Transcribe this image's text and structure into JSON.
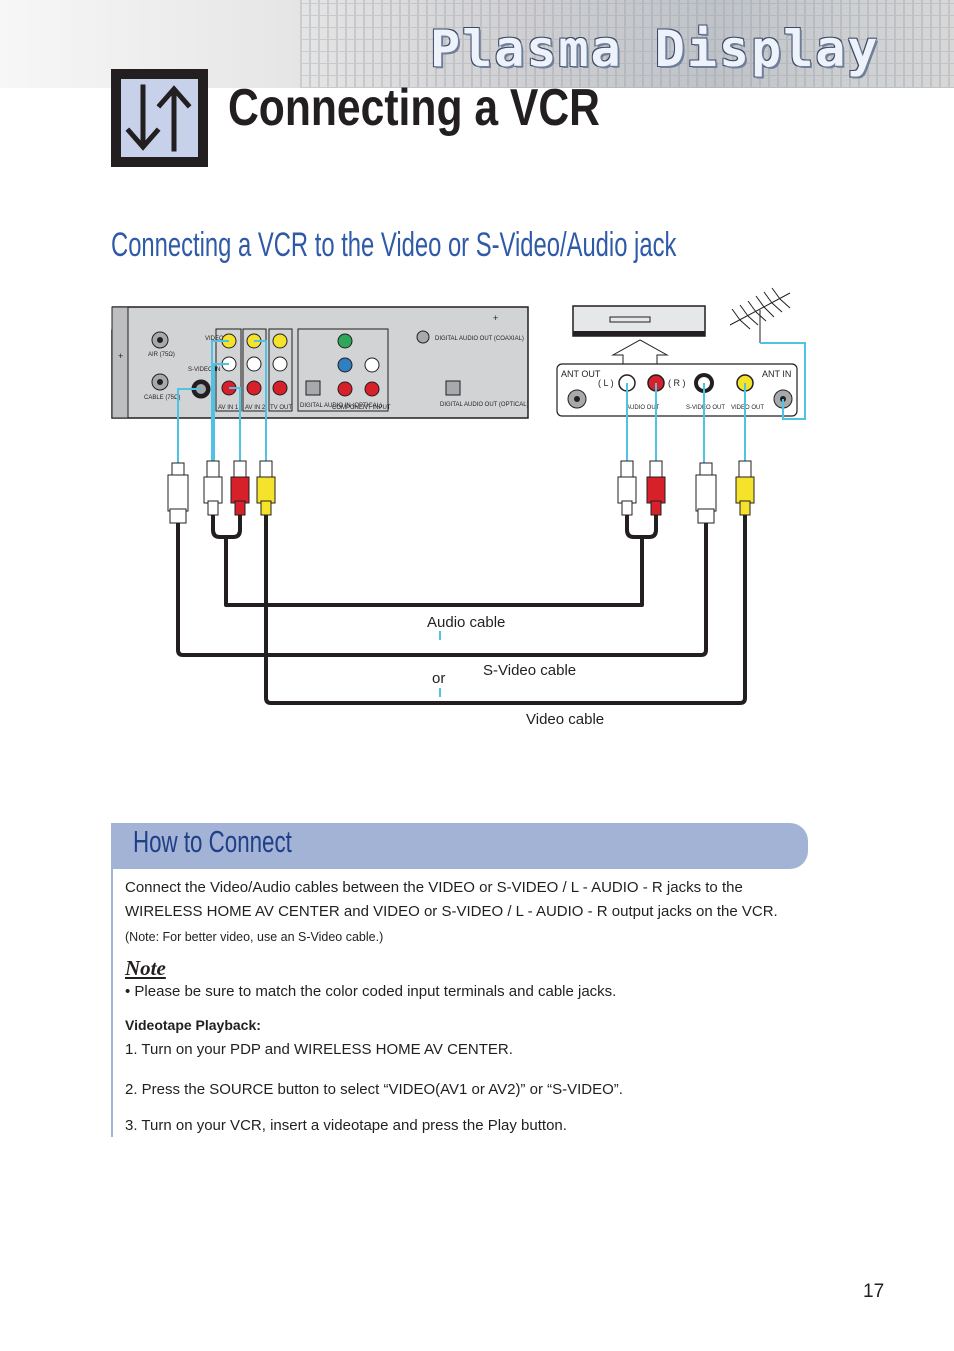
{
  "header": {
    "banner_title": "Plasma Display",
    "page_title": "Connecting a VCR",
    "icon": "up-down-arrows-icon"
  },
  "section": {
    "subtitle": "Connecting a VCR to the Video or S-Video/Audio jack"
  },
  "diagram": {
    "cable_labels": {
      "audio": "Audio cable",
      "svideo": "S-Video cable",
      "video": "Video cable",
      "or": "or"
    },
    "vcr_panel": {
      "ant_out": "ANT OUT",
      "ant_in": "ANT IN",
      "left": "( L )",
      "right": "( R )",
      "audio_out": "AUDIO OUT",
      "svideo_out": "S-VIDEO OUT",
      "video_out": "VIDEO OUT"
    },
    "av_center_panel": {
      "air": "AIR (75Ω)",
      "cable": "CABLE (75Ω)",
      "video": "VIDEO",
      "svideo_in": "S-VIDEO IN",
      "av1": "AV IN 1",
      "av2": "AV IN 2",
      "tv_out": "TV OUT",
      "digital_audio_optical": "DIGITAL AUDIO IN (OPTICAL)",
      "component": "COMPONENT INPUT",
      "digital_audio_out_coaxial": "DIGITAL AUDIO OUT (COAXIAL)",
      "digital_audio_out_optical": "DIGITAL AUDIO OUT (OPTICAL)"
    },
    "colors": {
      "video": "#f5e32b",
      "audio_left": "#ffffff",
      "audio_right": "#d7202a",
      "wire": "#4fc3e6",
      "cable": "#231f20"
    }
  },
  "how_to_connect": {
    "title": "How to Connect",
    "paragraph_line1": "Connect the Video/Audio cables between the VIDEO or S-VIDEO / L - AUDIO - R jacks to the",
    "paragraph_line2": "WIRELESS HOME AV CENTER and VIDEO or S-VIDEO / L - AUDIO - R output jacks on the VCR.",
    "paragraph_note": "(Note: For better video, use an S-Video cable.)",
    "note_label": "Note",
    "note_bullet": "•  Please be sure to match the color coded input terminals and cable jacks.",
    "playback_heading": "Videotape Playback:",
    "steps": [
      "1.  Turn on your PDP and WIRELESS HOME AV CENTER.",
      "2.  Press the SOURCE button to select “VIDEO(AV1 or AV2)” or “S-VIDEO”.",
      "3.  Turn on your VCR, insert a videotape and press the Play button."
    ]
  },
  "page_number": "17"
}
